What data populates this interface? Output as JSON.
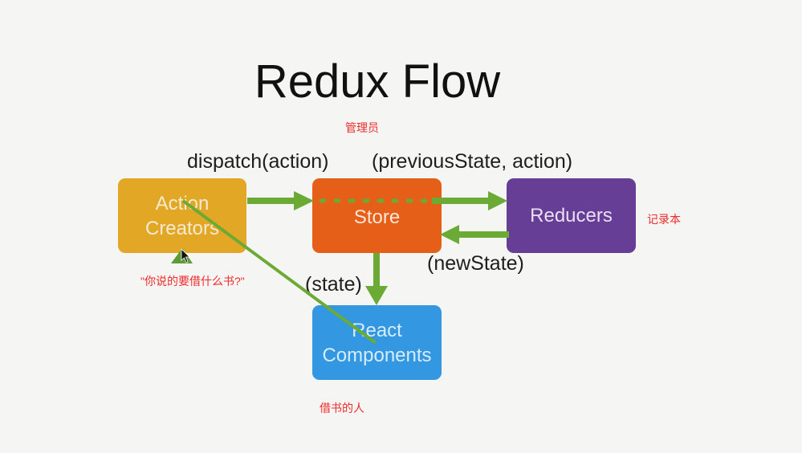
{
  "title": "Redux Flow",
  "nodes": {
    "action_creators": {
      "line1": "Action",
      "line2": "Creators",
      "color": "#e3a726"
    },
    "store": {
      "label": "Store",
      "color": "#e55f18"
    },
    "reducers": {
      "label": "Reducers",
      "color": "#673e96"
    },
    "react_components": {
      "line1": "React",
      "line2": "Components",
      "color": "#3497e2"
    }
  },
  "edge_labels": {
    "dispatch": "dispatch(action)",
    "previous_state": "(previousState, action)",
    "new_state": "(newState)",
    "state": "(state)"
  },
  "annotations": {
    "store_note": "管理员",
    "reducers_note": "记录本",
    "action_note": "\"你说的要借什么书?\"",
    "react_note": "借书的人"
  },
  "colors": {
    "arrow": "#6aaa35",
    "annotation_text": "#ee2b2b",
    "background": "#f5f5f3"
  }
}
